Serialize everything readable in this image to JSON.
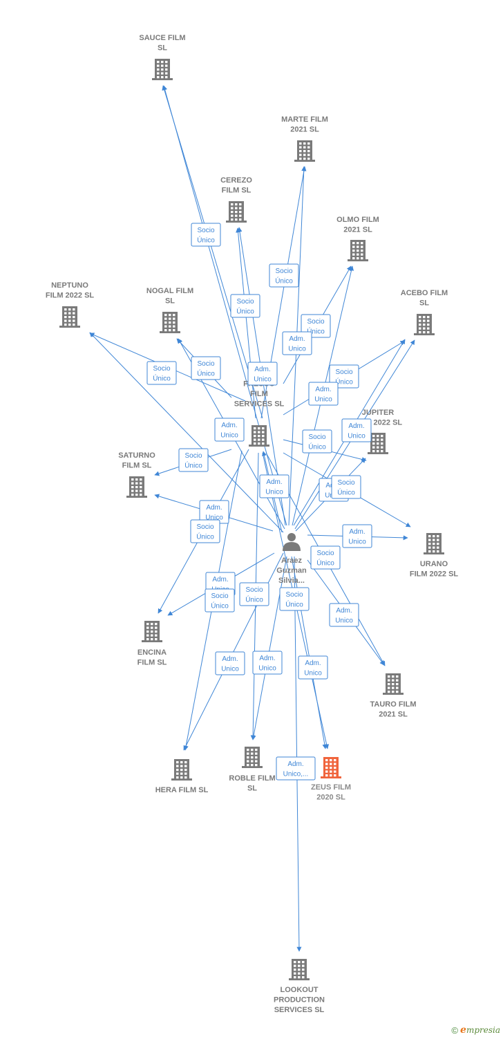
{
  "colors": {
    "edge": "#3f86d6",
    "building": "#7a7a7a",
    "building_highlight": "#f0643c",
    "person": "#7a7a7a",
    "label": "#7a7a7a"
  },
  "nodes": [
    {
      "id": "sauce",
      "type": "company",
      "lines": [
        "SAUCE FILM",
        "SL"
      ]
    },
    {
      "id": "marte",
      "type": "company",
      "lines": [
        "MARTE FILM",
        "2021  SL"
      ]
    },
    {
      "id": "cerezo",
      "type": "company",
      "lines": [
        "CEREZO",
        "FILM  SL"
      ]
    },
    {
      "id": "olmo",
      "type": "company",
      "lines": [
        "OLMO FILM",
        "2021  SL"
      ]
    },
    {
      "id": "neptuno",
      "type": "company",
      "lines": [
        "NEPTUNO",
        "FILM 2022  SL"
      ]
    },
    {
      "id": "nogal",
      "type": "company",
      "lines": [
        "NOGAL FILM",
        "SL"
      ]
    },
    {
      "id": "acebo",
      "type": "company",
      "lines": [
        "ACEBO FILM",
        "SL"
      ]
    },
    {
      "id": "fresco",
      "type": "company",
      "lines": [
        "FRESCO",
        "FILM",
        "SERVICES SL"
      ]
    },
    {
      "id": "jupiter",
      "type": "company",
      "lines": [
        "JUPITER",
        "FILM 2022  SL"
      ]
    },
    {
      "id": "saturno",
      "type": "company",
      "lines": [
        "SATURNO",
        "FILM  SL"
      ]
    },
    {
      "id": "person",
      "type": "person",
      "lines": [
        "Araez",
        "Guzman",
        "Silvia..."
      ]
    },
    {
      "id": "urano",
      "type": "company",
      "lines": [
        "URANO",
        "FILM 2022  SL"
      ]
    },
    {
      "id": "encina",
      "type": "company",
      "lines": [
        "ENCINA",
        "FILM  SL"
      ]
    },
    {
      "id": "tauro",
      "type": "company",
      "lines": [
        "TAURO FILM",
        "2021  SL"
      ]
    },
    {
      "id": "hera",
      "type": "company",
      "lines": [
        "HERA FILM  SL"
      ]
    },
    {
      "id": "roble",
      "type": "company",
      "lines": [
        "ROBLE FILM",
        "SL"
      ]
    },
    {
      "id": "zeus",
      "type": "company",
      "highlight": true,
      "lines": [
        "ZEUS FILM",
        "2020  SL"
      ]
    },
    {
      "id": "lookout",
      "type": "company",
      "lines": [
        "LOOKOUT",
        "PRODUCTION",
        "SERVICES SL"
      ]
    }
  ],
  "edge_labels": [
    {
      "id": "l1",
      "lines": [
        "Socio",
        "Único"
      ]
    },
    {
      "id": "l2",
      "lines": [
        "Socio",
        "Único"
      ]
    },
    {
      "id": "l3",
      "lines": [
        "Socio",
        "Único"
      ]
    },
    {
      "id": "l4",
      "lines": [
        "Socio",
        "Único"
      ]
    },
    {
      "id": "l5",
      "lines": [
        "Adm.",
        "Unico"
      ]
    },
    {
      "id": "l6",
      "lines": [
        "Socio",
        "Único"
      ]
    },
    {
      "id": "l7",
      "lines": [
        "Socio",
        "Único"
      ]
    },
    {
      "id": "l8",
      "lines": [
        "Adm.",
        "Unico"
      ]
    },
    {
      "id": "l9",
      "lines": [
        "Socio",
        "Único"
      ]
    },
    {
      "id": "l10",
      "lines": [
        "Adm.",
        "Unico"
      ]
    },
    {
      "id": "l11",
      "lines": [
        "Adm.",
        "Unico"
      ]
    },
    {
      "id": "l12",
      "lines": [
        "Adm.",
        "Unico"
      ]
    },
    {
      "id": "l13",
      "lines": [
        "Socio",
        "Único"
      ]
    },
    {
      "id": "l14",
      "lines": [
        "Socio",
        "Único"
      ]
    },
    {
      "id": "l15",
      "lines": [
        "Adm.",
        "Unico"
      ]
    },
    {
      "id": "l16",
      "lines": [
        "Adm.",
        "Unico"
      ]
    },
    {
      "id": "l17",
      "lines": [
        "Socio",
        "Único"
      ]
    },
    {
      "id": "l18",
      "lines": [
        "Adm.",
        "Unico"
      ]
    },
    {
      "id": "l19",
      "lines": [
        "Socio",
        "Único"
      ]
    },
    {
      "id": "l20",
      "lines": [
        "Adm.",
        "Unico"
      ]
    },
    {
      "id": "l21",
      "lines": [
        "Socio",
        "Único"
      ]
    },
    {
      "id": "l22",
      "lines": [
        "Adm.",
        "Unico"
      ]
    },
    {
      "id": "l23",
      "lines": [
        "Socio",
        "Único"
      ]
    },
    {
      "id": "l24",
      "lines": [
        "Socio",
        "Único"
      ]
    },
    {
      "id": "l25",
      "lines": [
        "Socio",
        "Único"
      ]
    },
    {
      "id": "l26",
      "lines": [
        "Adm.",
        "Unico"
      ]
    },
    {
      "id": "l27",
      "lines": [
        "Adm.",
        "Unico"
      ]
    },
    {
      "id": "l28",
      "lines": [
        "Adm.",
        "Unico"
      ]
    },
    {
      "id": "l29",
      "lines": [
        "Adm.",
        "Unico"
      ]
    },
    {
      "id": "l30",
      "lines": [
        "Adm.",
        "Unico,..."
      ]
    }
  ],
  "footer": {
    "copyright": "©",
    "brand_initial": "e",
    "brand_rest": "mpresia"
  }
}
